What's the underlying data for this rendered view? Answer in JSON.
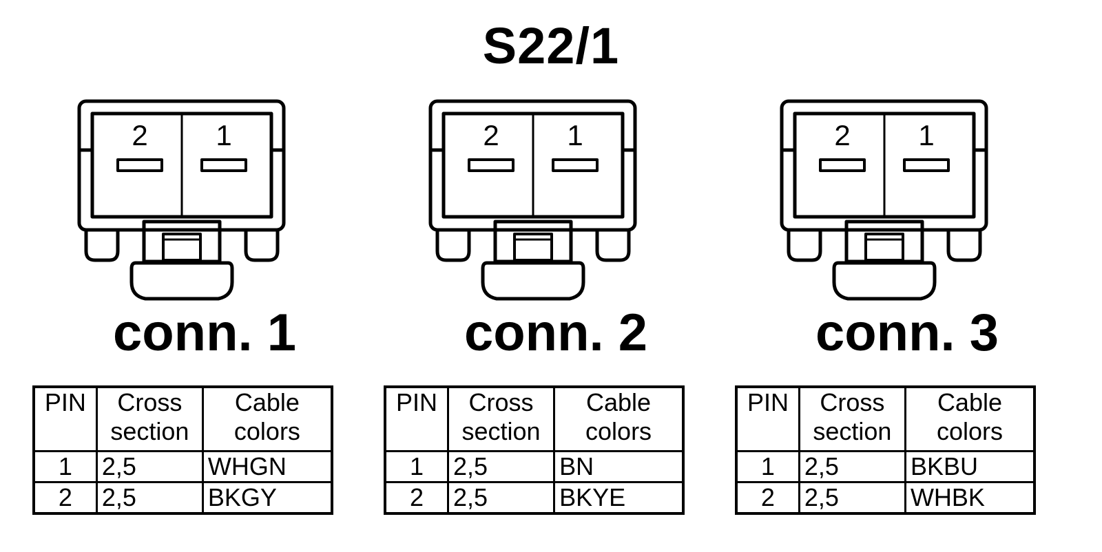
{
  "title": "S22/1",
  "connectors": [
    {
      "label": "conn. 1",
      "pin_labels": [
        "2",
        "1"
      ],
      "headers": {
        "pin": "PIN",
        "cross_section": "Cross section",
        "cable_colors": "Cable colors"
      },
      "rows": [
        {
          "pin": "1",
          "cross_section": "2,5",
          "cable_color": "WHGN"
        },
        {
          "pin": "2",
          "cross_section": "2,5",
          "cable_color": "BKGY"
        }
      ]
    },
    {
      "label": "conn. 2",
      "pin_labels": [
        "2",
        "1"
      ],
      "headers": {
        "pin": "PIN",
        "cross_section": "Cross section",
        "cable_colors": "Cable colors"
      },
      "rows": [
        {
          "pin": "1",
          "cross_section": "2,5",
          "cable_color": "BN"
        },
        {
          "pin": "2",
          "cross_section": "2,5",
          "cable_color": "BKYE"
        }
      ]
    },
    {
      "label": "conn. 3",
      "pin_labels": [
        "2",
        "1"
      ],
      "headers": {
        "pin": "PIN",
        "cross_section": "Cross section",
        "cable_colors": "Cable colors"
      },
      "rows": [
        {
          "pin": "1",
          "cross_section": "2,5",
          "cable_color": "BKBU"
        },
        {
          "pin": "2",
          "cross_section": "2,5",
          "cable_color": "WHBK"
        }
      ]
    }
  ]
}
